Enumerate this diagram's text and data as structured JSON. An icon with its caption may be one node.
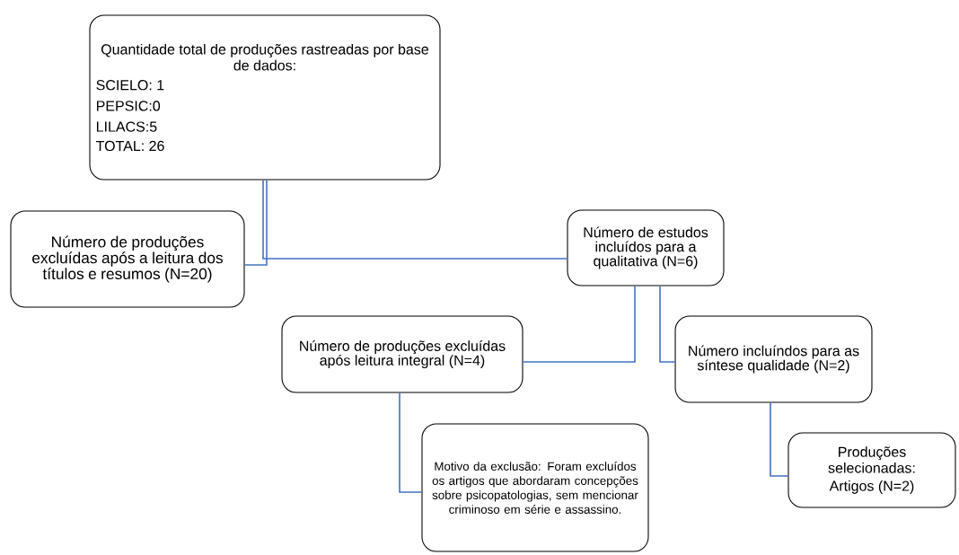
{
  "diagram": {
    "nodes": [
      {
        "text": [
          "Quantidade total de produções rastreadas por base de dados:",
          "SCIELO: 1",
          "PEPSIC:0",
          "LILACS:5",
          "TOTAL: 26"
        ]
      },
      {
        "text": [
          "Número de produções excluídas após a leitura dos títulos e resumos (N=20)"
        ]
      },
      {
        "text": [
          "Número de estudos incluídos para a qualitativa (N=6)"
        ]
      },
      {
        "text": [
          "Número de produções excluídas após leitura integral (N=4)"
        ]
      },
      {
        "text": [
          "Número incluíndos para as síntese qualidade (N=2)"
        ]
      },
      {
        "text": [
          "Motivo da exclusão: Foram excluídos os artigos que abordaram concepções sobre psicopatologias, sem mencionar criminoso em série e assassino."
        ]
      },
      {
        "text": [
          "Produções selecionadas:",
          "Artigos (N=2)"
        ]
      }
    ],
    "edges": [
      {
        "from": 0,
        "to": 1,
        "arrow": "none",
        "color": "#4472c4"
      },
      {
        "from": 0,
        "to": 2,
        "arrow": "none",
        "color": "#4472c4"
      },
      {
        "from": 2,
        "to": 3,
        "arrow": "none",
        "color": "#4472c4"
      },
      {
        "from": 2,
        "to": 4,
        "arrow": "none",
        "color": "#4472c4"
      },
      {
        "from": 3,
        "to": 5,
        "arrow": "none",
        "color": "#4472c4"
      },
      {
        "from": 4,
        "to": 6,
        "arrow": "none",
        "color": "#4472c4"
      }
    ]
  }
}
